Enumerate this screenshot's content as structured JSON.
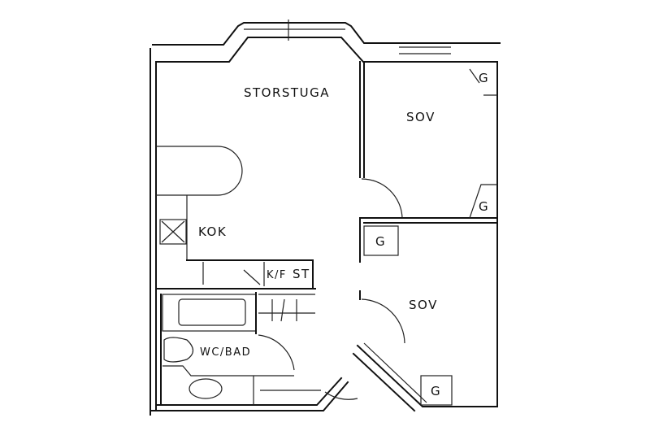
{
  "plan": {
    "rooms": {
      "living": "STORSTUGA",
      "bedroom_1": "SOV",
      "bedroom_2": "SOV",
      "kitchen": "KOK",
      "fridge_freezer": "K/F",
      "closet": "ST",
      "bathroom": "WC/BAD"
    },
    "wardrobes": [
      "G",
      "G",
      "G",
      "G"
    ]
  }
}
